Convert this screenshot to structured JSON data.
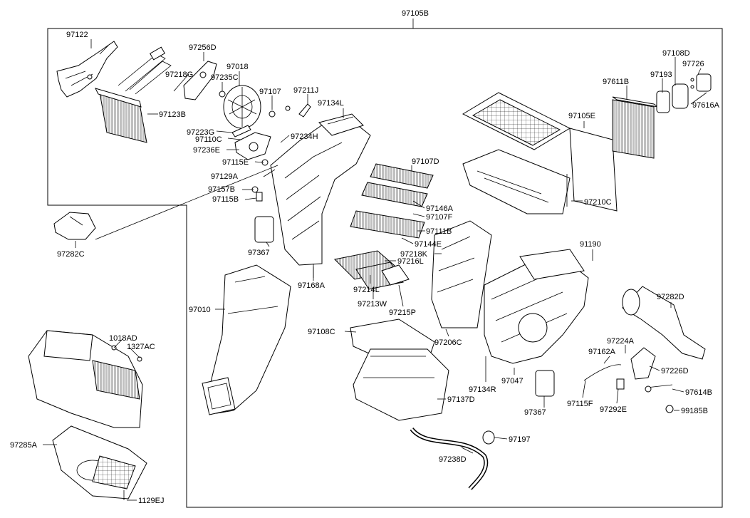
{
  "title": "",
  "labels": [
    {
      "id": "97105B",
      "text": "97105B"
    },
    {
      "id": "97122",
      "text": "97122"
    },
    {
      "id": "97256D",
      "text": "97256D"
    },
    {
      "id": "97018",
      "text": "97018"
    },
    {
      "id": "97218G",
      "text": "97218G"
    },
    {
      "id": "97235C",
      "text": "97235C"
    },
    {
      "id": "97107a",
      "text": "97107"
    },
    {
      "id": "97211J",
      "text": "97211J"
    },
    {
      "id": "97123B",
      "text": "97123B"
    },
    {
      "id": "97134L",
      "text": "97134L"
    },
    {
      "id": "97223G",
      "text": "97223G"
    },
    {
      "id": "97110C",
      "text": "97110C"
    },
    {
      "id": "97234H",
      "text": "97234H"
    },
    {
      "id": "97236E",
      "text": "97236E"
    },
    {
      "id": "97115E",
      "text": "97115E"
    },
    {
      "id": "97129A",
      "text": "97129A"
    },
    {
      "id": "97157B",
      "text": "97157B"
    },
    {
      "id": "97115B",
      "text": "97115B"
    },
    {
      "id": "97107D",
      "text": "97107D"
    },
    {
      "id": "97146A",
      "text": "97146A"
    },
    {
      "id": "97107F",
      "text": "97107F"
    },
    {
      "id": "97111B",
      "text": "97111B"
    },
    {
      "id": "97144E",
      "text": "97144E"
    },
    {
      "id": "97218K",
      "text": "97218K"
    },
    {
      "id": "97216L",
      "text": "97216L"
    },
    {
      "id": "97214L",
      "text": "97214L"
    },
    {
      "id": "97213W",
      "text": "97213W"
    },
    {
      "id": "97215P",
      "text": "97215P"
    },
    {
      "id": "97168A",
      "text": "97168A"
    },
    {
      "id": "97367a",
      "text": "97367"
    },
    {
      "id": "97282C",
      "text": "97282C"
    },
    {
      "id": "97010",
      "text": "97010"
    },
    {
      "id": "97108C",
      "text": "97108C"
    },
    {
      "id": "97206C",
      "text": "97206C"
    },
    {
      "id": "97108D",
      "text": "97108D"
    },
    {
      "id": "97193",
      "text": "97193"
    },
    {
      "id": "97726",
      "text": "97726"
    },
    {
      "id": "97611B",
      "text": "97611B"
    },
    {
      "id": "97616A",
      "text": "97616A"
    },
    {
      "id": "97105E",
      "text": "97105E"
    },
    {
      "id": "97210C",
      "text": "97210C"
    },
    {
      "id": "91190",
      "text": "91190"
    },
    {
      "id": "97282D",
      "text": "97282D"
    },
    {
      "id": "97224A",
      "text": "97224A"
    },
    {
      "id": "97162A",
      "text": "97162A"
    },
    {
      "id": "97226D",
      "text": "97226D"
    },
    {
      "id": "97614B",
      "text": "97614B"
    },
    {
      "id": "99185B",
      "text": "99185B"
    },
    {
      "id": "97292E",
      "text": "97292E"
    },
    {
      "id": "97115F",
      "text": "97115F"
    },
    {
      "id": "97367b",
      "text": "97367"
    },
    {
      "id": "97047",
      "text": "97047"
    },
    {
      "id": "97134R",
      "text": "97134R"
    },
    {
      "id": "97137D",
      "text": "97137D"
    },
    {
      "id": "97197",
      "text": "97197"
    },
    {
      "id": "97238D",
      "text": "97238D"
    },
    {
      "id": "1018AD",
      "text": "1018AD"
    },
    {
      "id": "1327AC",
      "text": "1327AC"
    },
    {
      "id": "97285A",
      "text": "97285A"
    },
    {
      "id": "1129EJ",
      "text": "1129EJ"
    }
  ]
}
